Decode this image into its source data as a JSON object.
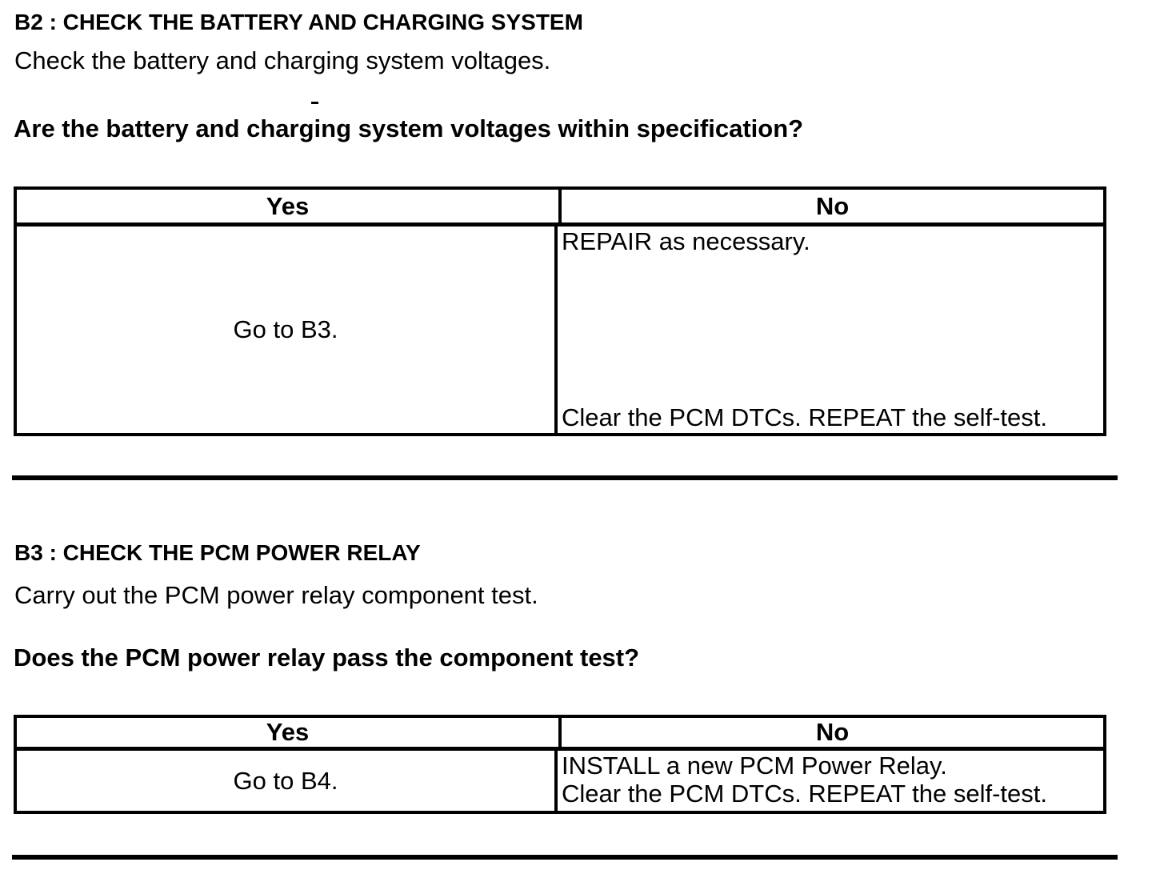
{
  "document": {
    "sections": [
      {
        "id": "B2",
        "heading": "B2 : CHECK THE BATTERY AND CHARGING SYSTEM",
        "instruction": "Check the battery and charging system voltages.",
        "question": "Are the battery and charging system voltages within specification?",
        "result_table": {
          "yes_header": "Yes",
          "no_header": "No",
          "yes_action": "Go to B3.",
          "no_action_top": "REPAIR as necessary.",
          "no_action_bottom": "Clear the PCM DTCs. REPEAT the self-test."
        }
      },
      {
        "id": "B3",
        "heading": "B3 : CHECK THE PCM POWER RELAY",
        "instruction": "Carry out the PCM power relay component test.",
        "question": "Does the PCM power relay pass the component test?",
        "result_table": {
          "yes_header": "Yes",
          "no_header": "No",
          "yes_action": "Go to B4.",
          "no_action_top": "INSTALL a new PCM Power Relay.",
          "no_action_bottom": "Clear the PCM DTCs. REPEAT the self-test."
        }
      }
    ]
  }
}
